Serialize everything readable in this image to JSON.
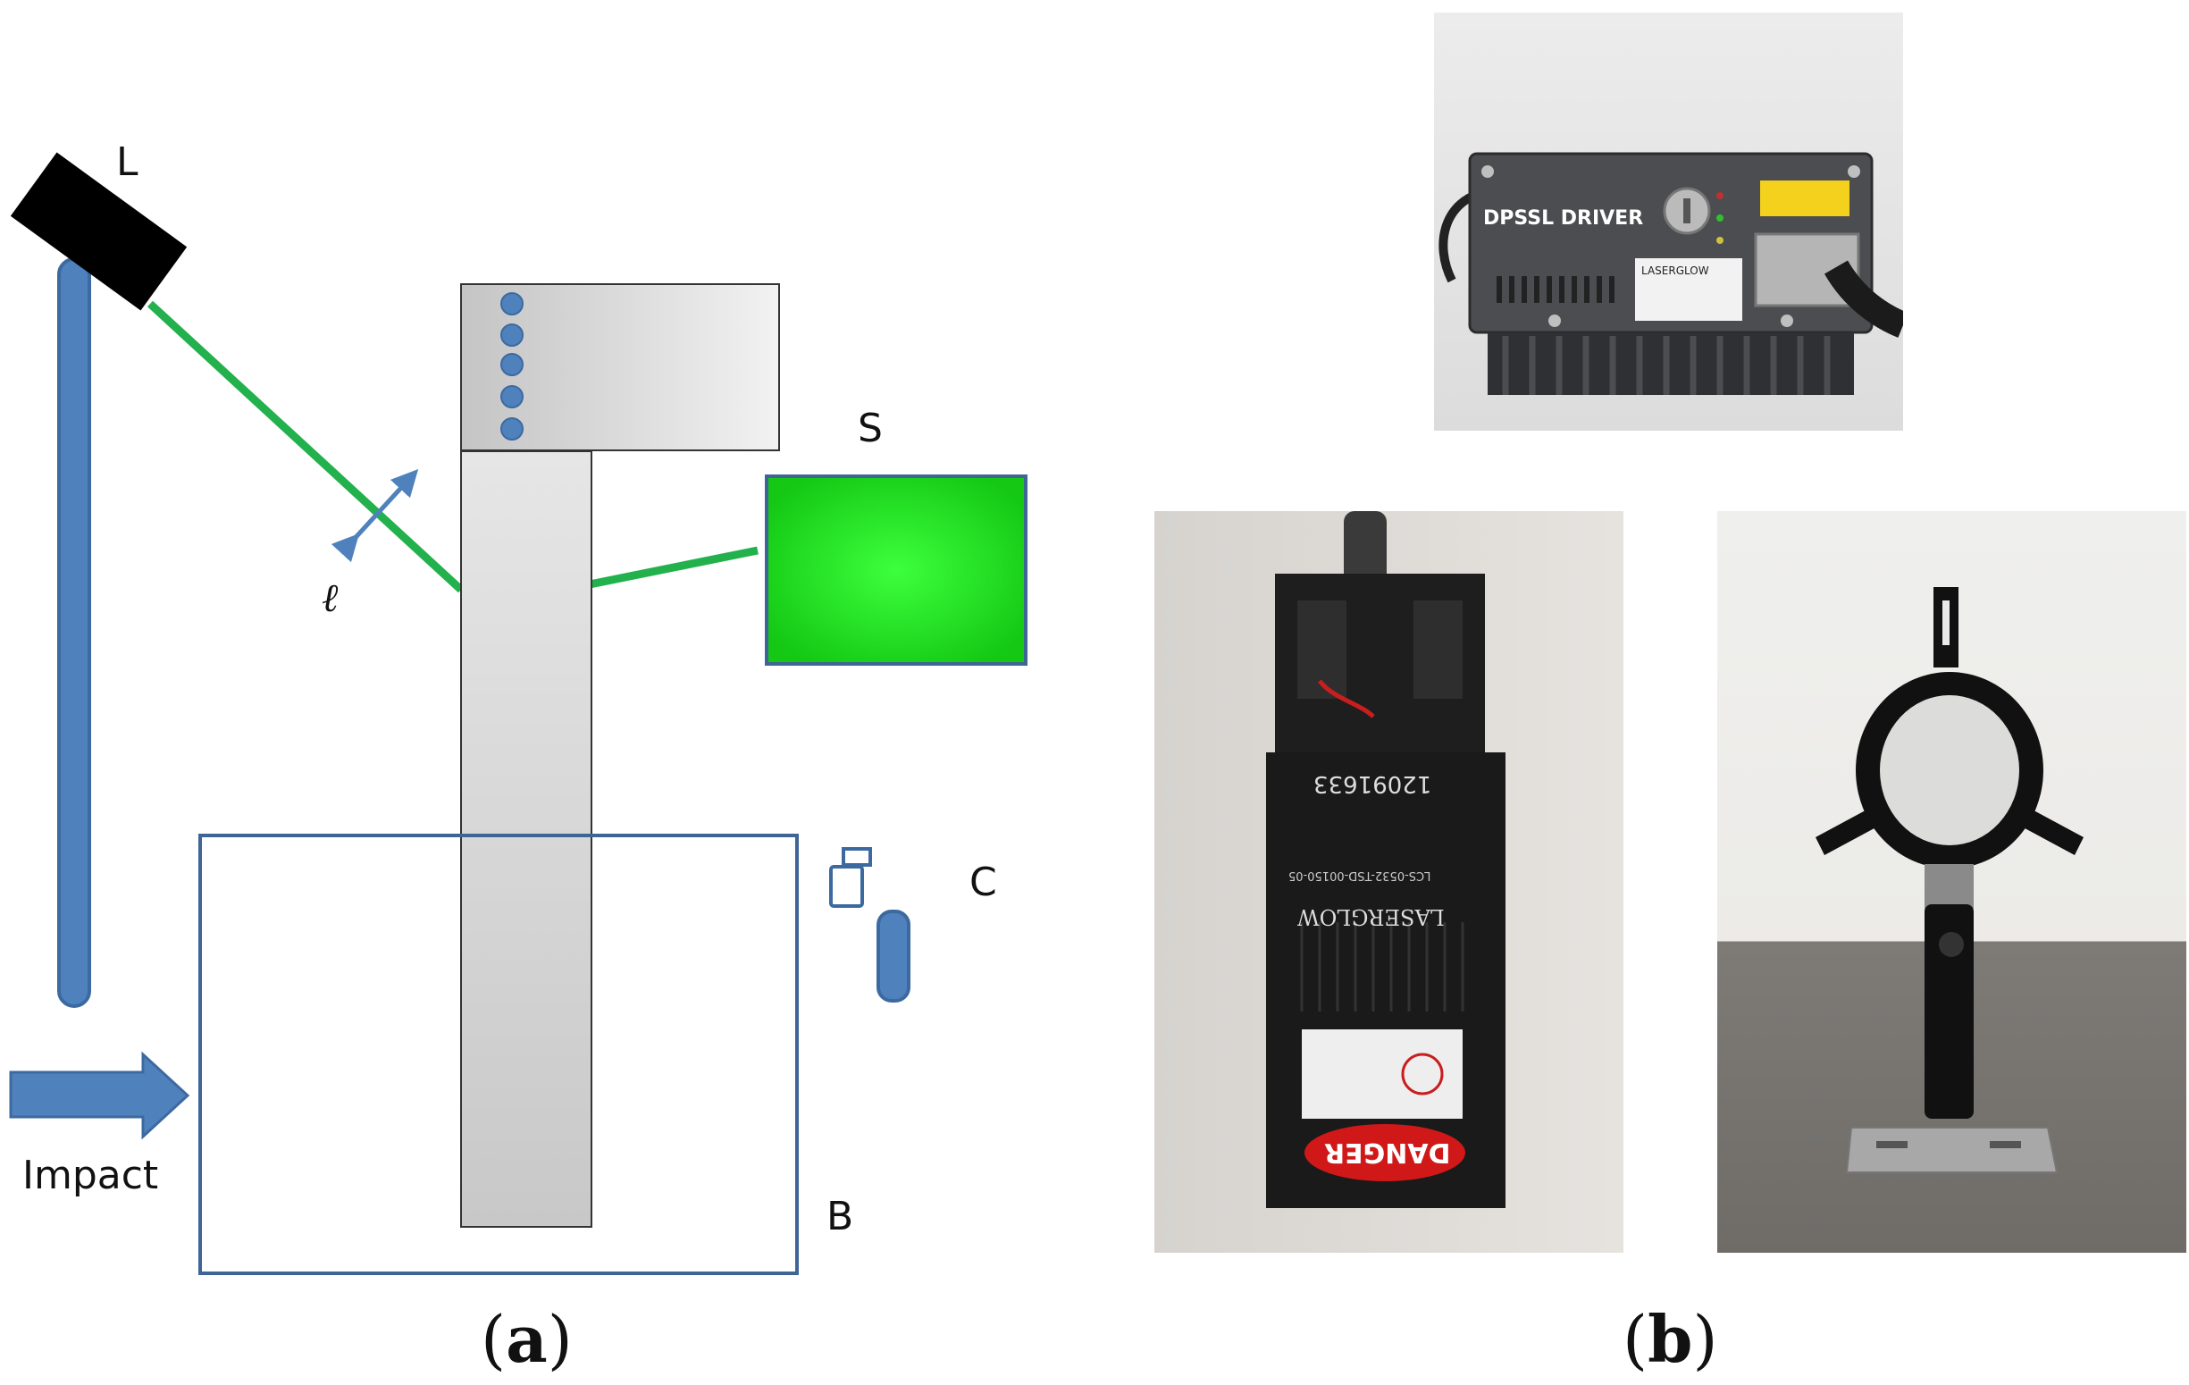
{
  "panel_a": {
    "labels": {
      "laser": "L",
      "screen": "S",
      "lens": "ℓ",
      "camera": "C",
      "box": "B",
      "impact": "Impact"
    },
    "caption_open": "(",
    "caption_letter": "a",
    "caption_close": ")",
    "colors": {
      "support": "#4f81bd",
      "support_edge": "#3c6aa0",
      "beam": "#22b14c",
      "screen_fill": "#19e619",
      "box_edge": "#3f6496",
      "beam_body": "#d4d4d4"
    }
  },
  "panel_b": {
    "caption_open": "(",
    "caption_letter": "b",
    "caption_close": ")",
    "driver_photo": {
      "front_label": "DPSSL DRIVER",
      "brand": "LASERGLOW"
    },
    "laser_head_photo": {
      "serial": "12091633",
      "brand": "LASERGLOW",
      "model": "LCS-0532-TSD-00150-05",
      "warning": "DANGER"
    },
    "lens_mount_photo": {}
  }
}
